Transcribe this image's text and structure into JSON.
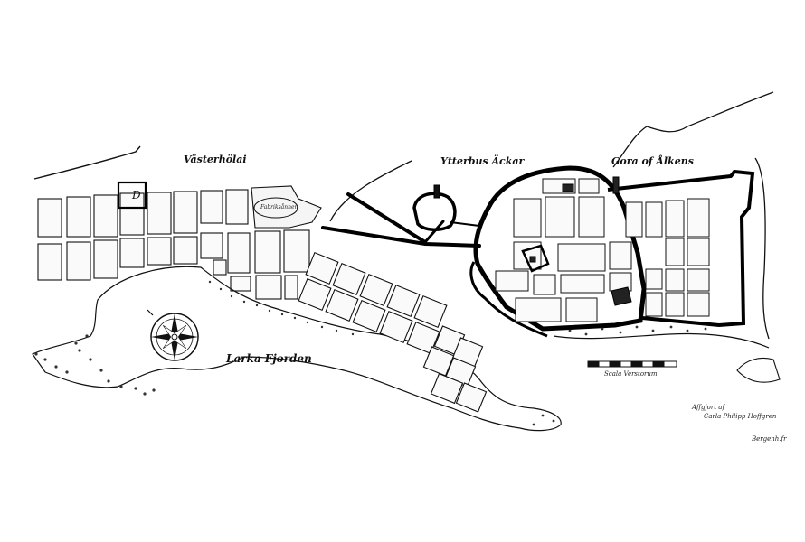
{
  "labels": {
    "district_west": "Västerhölai",
    "district_centre": "Ytterbus Äckar",
    "district_east": "Gora of Ålkens",
    "bay": "Larka Fjorden",
    "park": "Fabriksånnen",
    "scale_caption": "Scala Verstorum",
    "surveyor_line1": "Affgjort af",
    "surveyor_line2": "Carla Philipp Hoffgren",
    "signature": "Bergenh.fr"
  },
  "colors": {
    "ink": "#111111",
    "paper": "#ffffff",
    "water_stipple": "#333333"
  },
  "icons": {
    "compass": "compass-rose-icon",
    "scale": "scale-bar-icon"
  }
}
